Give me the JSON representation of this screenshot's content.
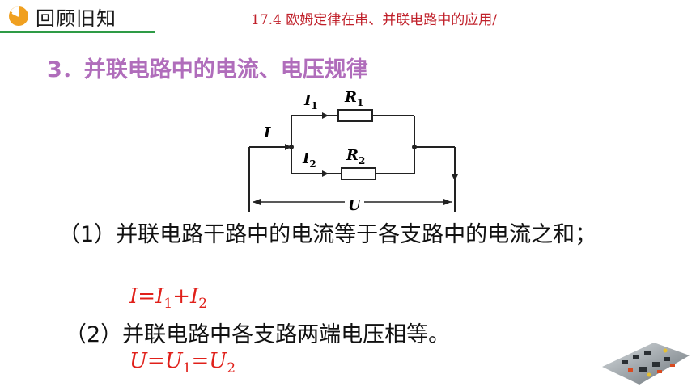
{
  "header": {
    "badge_label": "回顾旧知",
    "chapter": "17.4 欧姆定律在串、并联电路中的应用/"
  },
  "section": {
    "title": "3．并联电路中的电流、电压规律"
  },
  "circuit": {
    "label_I": "I",
    "label_I1": "I",
    "label_I1_sub": "1",
    "label_I2": "I",
    "label_I2_sub": "2",
    "label_R1": "R",
    "label_R1_sub": "1",
    "label_R2": "R",
    "label_R2_sub": "2",
    "label_U": "U"
  },
  "rules": {
    "rule1": "（1）并联电路干路中的电流等于各支路中的电流之和；",
    "formula1": {
      "lhs": "I",
      "eq": "=",
      "t1": "I",
      "t1_sub": "1",
      "plus": "+",
      "t2": "I",
      "t2_sub": "2"
    },
    "rule2": "（2）并联电路中各支路两端电压相等。",
    "formula2": {
      "lhs": "U",
      "eq": "=",
      "t1": "U",
      "t1_sub": "1",
      "eq2": "=",
      "t2": "U",
      "t2_sub": "2"
    }
  },
  "colors": {
    "accent_green": "#2e9b46",
    "icon_orange": "#f0a020",
    "chapter_red": "#c0202a",
    "title_purple": "#b06dbb",
    "formula_red": "#e0201a"
  }
}
